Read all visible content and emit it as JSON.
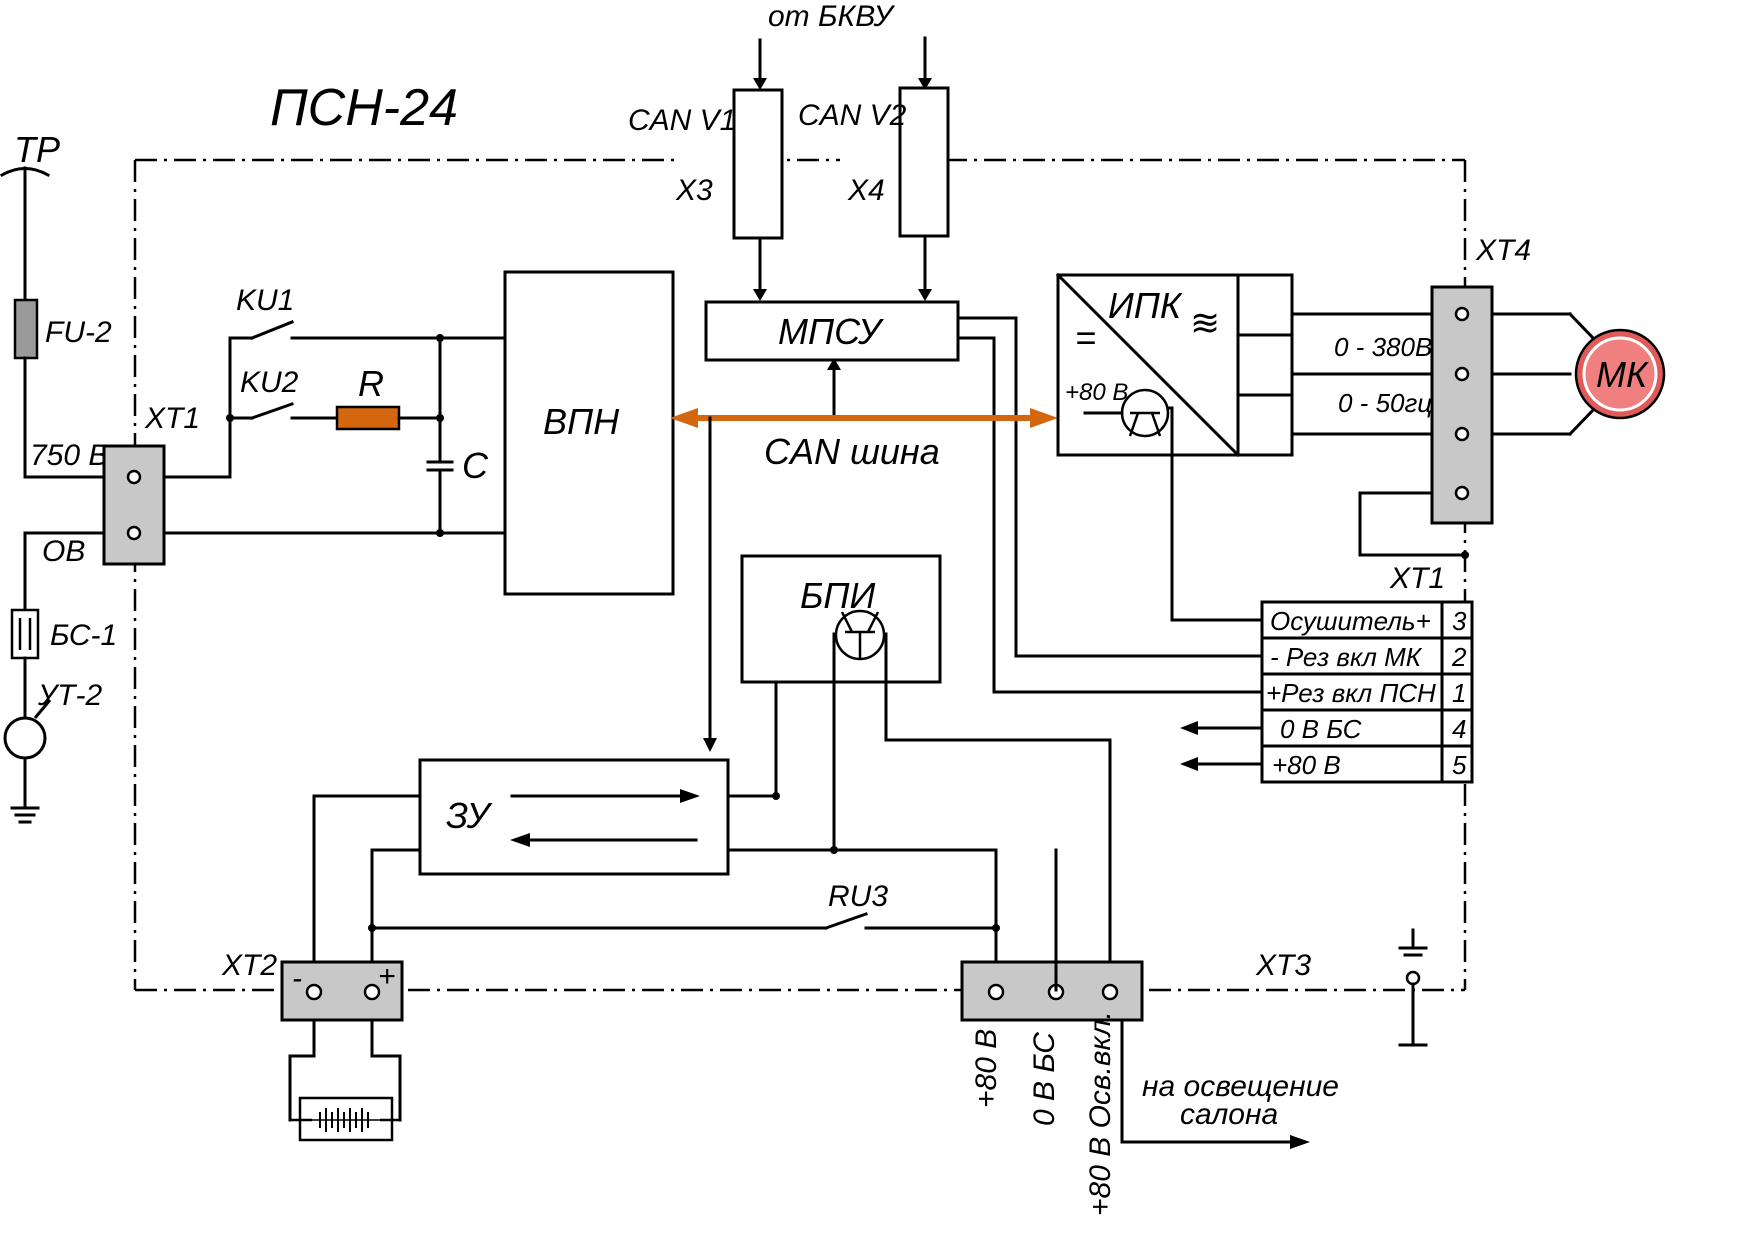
{
  "title": "ПСН-24",
  "colors": {
    "can_bus": "#d4660f",
    "resistor": "#d4660f",
    "motor_fill": "#f08080",
    "motor_ring": "#e15a5a",
    "terminal_fill": "#c8c8c8"
  },
  "external": {
    "tr": "ТР",
    "fu2": "FU-2",
    "v750": "750 В",
    "ov": "ОВ",
    "bs1": "БС-1",
    "ut2": "УТ-2",
    "from_bkvu": "от БКВУ",
    "can_v1": "CAN V1",
    "can_v2": "CAN V2",
    "x3": "X3",
    "x4": "X4"
  },
  "blocks": {
    "vpn": "ВПН",
    "mpsu": "МПСУ",
    "ipk": "ИПК",
    "ipk_eq": "=",
    "ipk_ac": "≋",
    "ipk_plus80": "+80 В",
    "bpi": "БПИ",
    "zu": "ЗУ",
    "motor": "МК"
  },
  "components": {
    "ku1": "KU1",
    "ku2": "KU2",
    "r": "R",
    "c": "C",
    "ru3": "RU3"
  },
  "labels": {
    "can_bus": "CAN  шина",
    "v0_380": "0 - 380В",
    "hz0_50": "0 - 50гц",
    "lighting_line1": "на освещение",
    "lighting_line2": "салона"
  },
  "terminals": {
    "xt1_left": "XT1",
    "xt2": "XT2",
    "xt3": "XT3",
    "xt4": "XT4",
    "xt1_right": "XT1",
    "xt2_minus": "-",
    "xt2_plus": "+",
    "xt3_pins": [
      "+80 В",
      "0 В БС",
      "+80 В Осв.вкл."
    ]
  },
  "xt1_table": [
    {
      "label": "Осушитель+",
      "num": "3"
    },
    {
      "label": "- Рез вкл МК",
      "num": "2"
    },
    {
      "label": "+Рез вкл ПСН",
      "num": "1"
    },
    {
      "label": "0 В БС",
      "num": "4"
    },
    {
      "label": "+80 В",
      "num": "5"
    }
  ]
}
